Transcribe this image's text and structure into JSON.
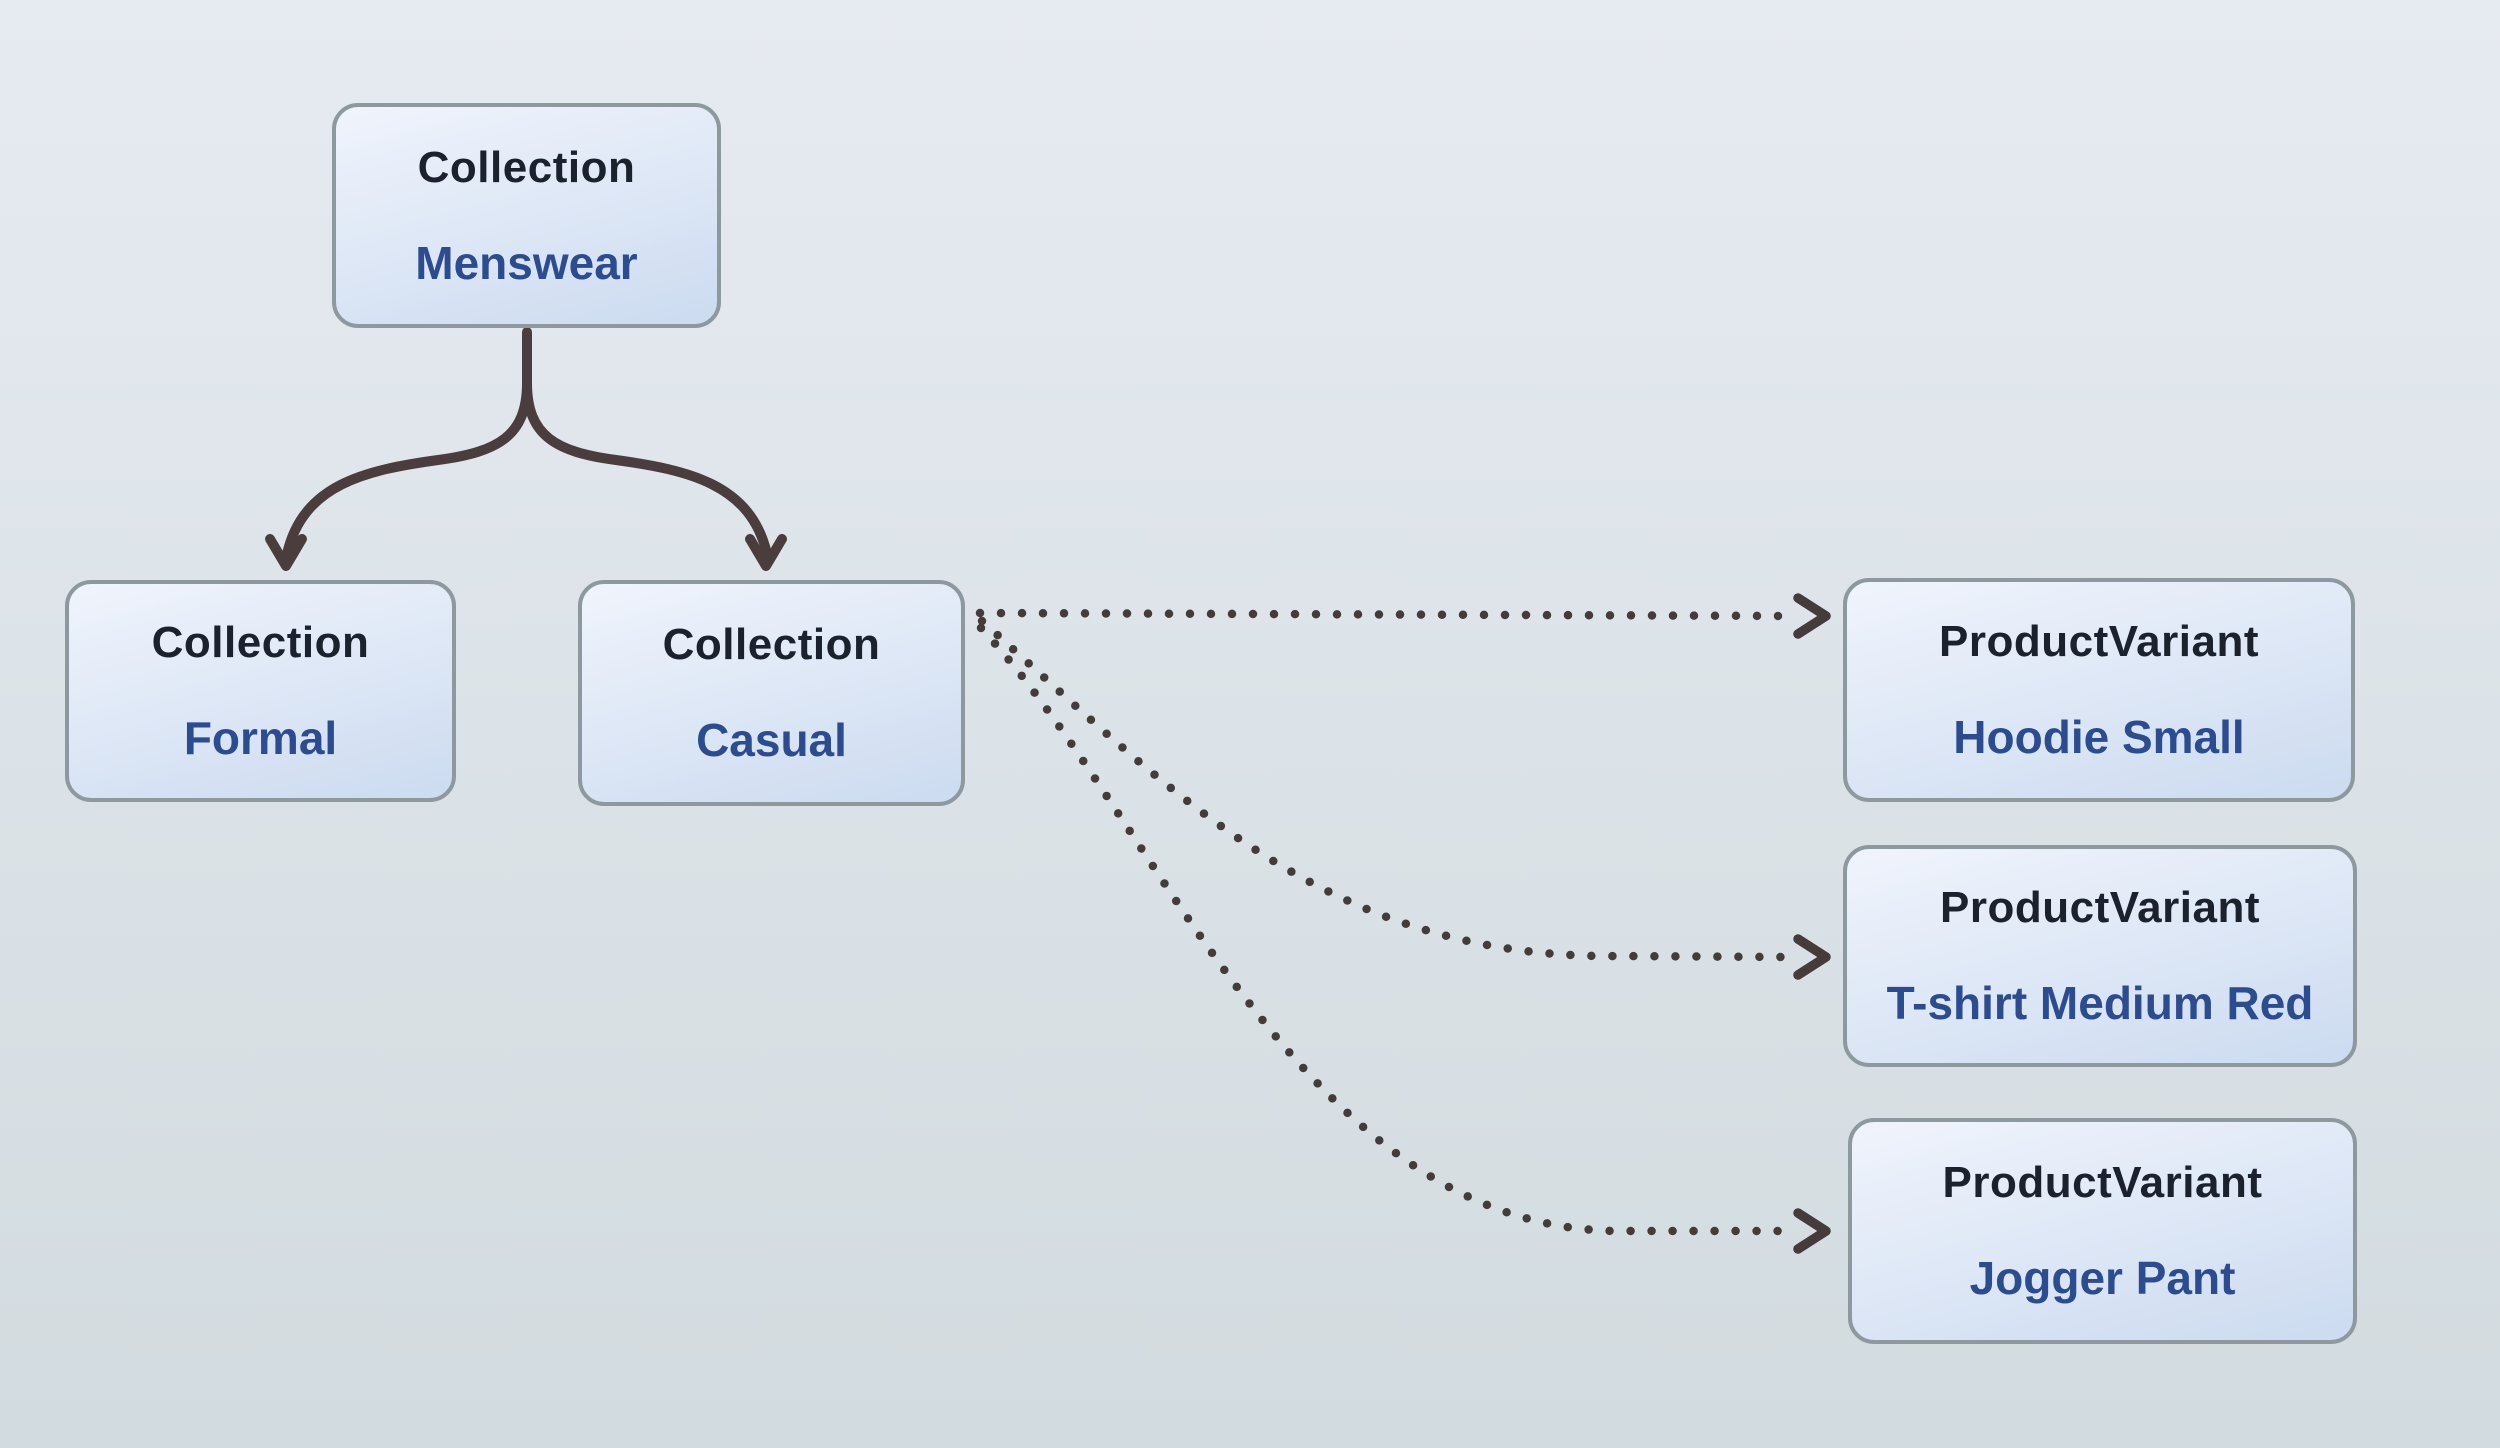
{
  "diagram": {
    "nodes": [
      {
        "id": "menswear",
        "type": "Collection",
        "name": "Menswear"
      },
      {
        "id": "formal",
        "type": "Collection",
        "name": "Formal"
      },
      {
        "id": "casual",
        "type": "Collection",
        "name": "Casual"
      },
      {
        "id": "hoodie",
        "type": "ProductVariant",
        "name": "Hoodie Small"
      },
      {
        "id": "tshirt",
        "type": "ProductVariant",
        "name": "T-shirt Medium Red"
      },
      {
        "id": "jogger",
        "type": "ProductVariant",
        "name": "Jogger Pant"
      }
    ],
    "edges": [
      {
        "from": "menswear",
        "to": "formal",
        "style": "solid"
      },
      {
        "from": "menswear",
        "to": "casual",
        "style": "solid"
      },
      {
        "from": "casual",
        "to": "hoodie",
        "style": "dotted"
      },
      {
        "from": "casual",
        "to": "tshirt",
        "style": "dotted"
      },
      {
        "from": "casual",
        "to": "jogger",
        "style": "dotted"
      }
    ]
  },
  "theme": {
    "bg-top": "#e6ebf1",
    "bg-bottom": "#d2dbdf",
    "node-fill-top": "#f0f4fc",
    "node-fill-bottom": "#ccdbf0",
    "node-border": "#8d989f",
    "type-color": "#1c212e",
    "name-color": "#2b4c8f",
    "arrow-color": "#4b3d3d",
    "dot-color": "#463b3b"
  }
}
